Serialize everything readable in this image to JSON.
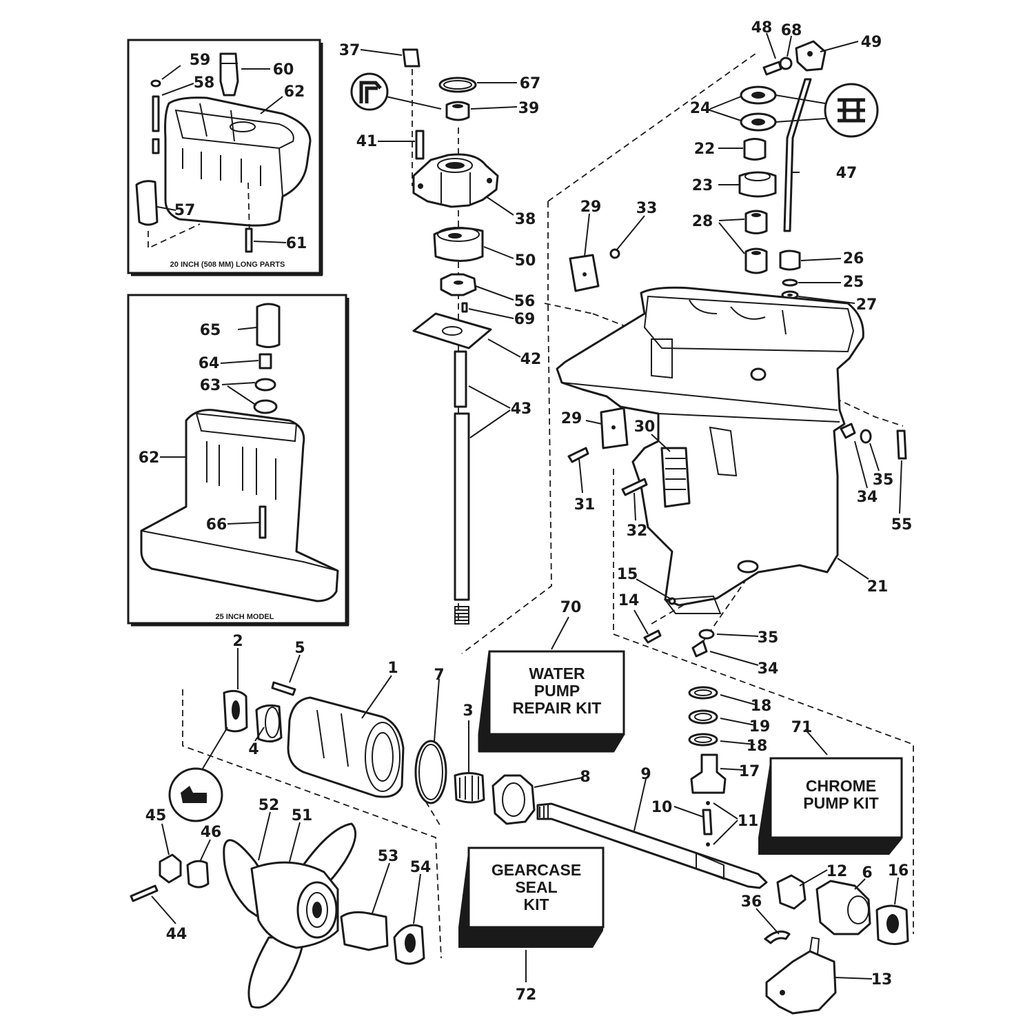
{
  "inset_top": {
    "caption": "20 INCH (508 MM) LONG PARTS"
  },
  "inset_bottom": {
    "caption": "25 INCH MODEL"
  },
  "kits": {
    "water_pump": [
      "WATER",
      "PUMP",
      "REPAIR KIT"
    ],
    "chrome_pump": [
      "CHROME",
      "PUMP KIT"
    ],
    "gearcase_seal": [
      "GEARCASE",
      "SEAL",
      "KIT"
    ]
  },
  "callouts": {
    "c1": "1",
    "c2": "2",
    "c3": "3",
    "c4": "4",
    "c5": "5",
    "c6": "6",
    "c7": "7",
    "c8": "8",
    "c9": "9",
    "c10": "10",
    "c11": "11",
    "c12": "12",
    "c13": "13",
    "c14": "14",
    "c15": "15",
    "c16": "16",
    "c17": "17",
    "c18a": "18",
    "c18b": "18",
    "c19": "19",
    "c21": "21",
    "c22": "22",
    "c23": "23",
    "c24": "24",
    "c25": "25",
    "c26": "26",
    "c27": "27",
    "c28": "28",
    "c29a": "29",
    "c29b": "29",
    "c30": "30",
    "c31": "31",
    "c32": "32",
    "c33": "33",
    "c34a": "34",
    "c34b": "34",
    "c35a": "35",
    "c35b": "35",
    "c36": "36",
    "c37": "37",
    "c38": "38",
    "c39": "39",
    "c41": "41",
    "c42": "42",
    "c43": "43",
    "c44": "44",
    "c45": "45",
    "c46": "46",
    "c47": "47",
    "c48": "48",
    "c49": "49",
    "c50": "50",
    "c51": "51",
    "c52": "52",
    "c53": "53",
    "c54": "54",
    "c55": "55",
    "c56": "56",
    "c57": "57",
    "c58": "58",
    "c59": "59",
    "c60": "60",
    "c61": "61",
    "c62a": "62",
    "c62b": "62",
    "c63": "63",
    "c64": "64",
    "c65": "65",
    "c66": "66",
    "c67": "67",
    "c68": "68",
    "c69": "69",
    "c70": "70",
    "c71": "71",
    "c72": "72"
  }
}
